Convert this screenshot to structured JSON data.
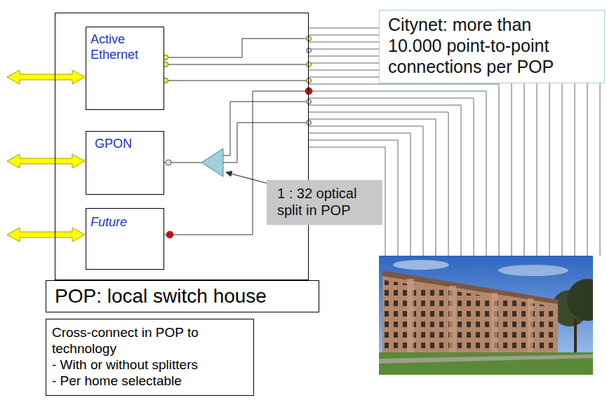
{
  "diagram": {
    "nodes": [
      {
        "text": [
          "POP: local switch house"
        ]
      },
      {
        "text": [
          "Active Ethernet"
        ],
        "in": 0
      },
      {
        "text": [
          "GPON"
        ],
        "in": 0
      },
      {
        "text": [
          "Future"
        ],
        "in": 0
      },
      {
        "text": [
          "Citynet: more than 10.000 point-to-point connections per POP"
        ]
      },
      {
        "text": [
          "1 : 32 optical split in POP"
        ]
      },
      {
        "text": [
          "Cross-connect in POP to technology",
          "- With or without splitters",
          "- Per home selectable"
        ]
      }
    ]
  }
}
